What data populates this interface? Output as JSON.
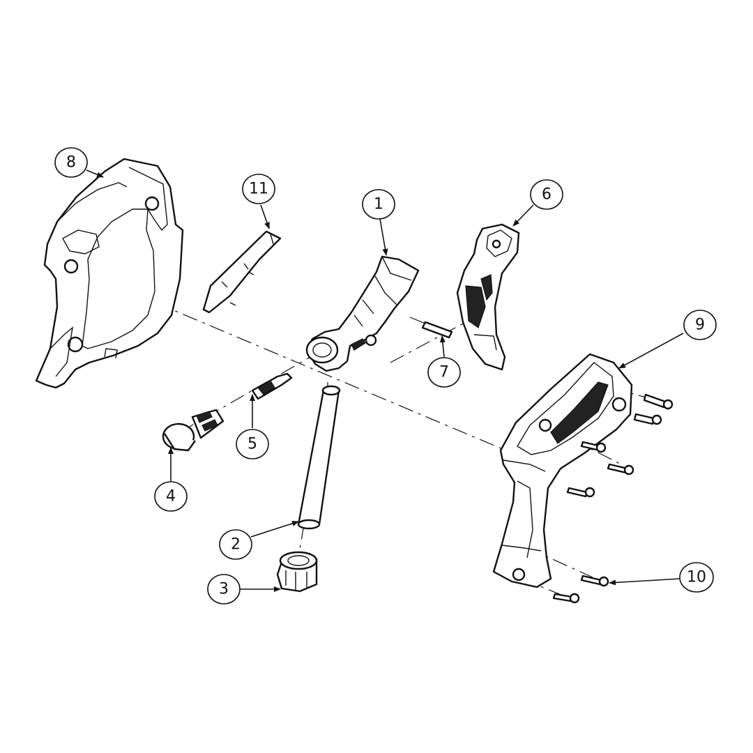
{
  "diagram": {
    "callouts": [
      {
        "label": "1"
      },
      {
        "label": "2"
      },
      {
        "label": "3"
      },
      {
        "label": "4"
      },
      {
        "label": "5"
      },
      {
        "label": "6"
      },
      {
        "label": "7"
      },
      {
        "label": "8"
      },
      {
        "label": "9"
      },
      {
        "label": "10"
      },
      {
        "label": "11"
      }
    ]
  }
}
